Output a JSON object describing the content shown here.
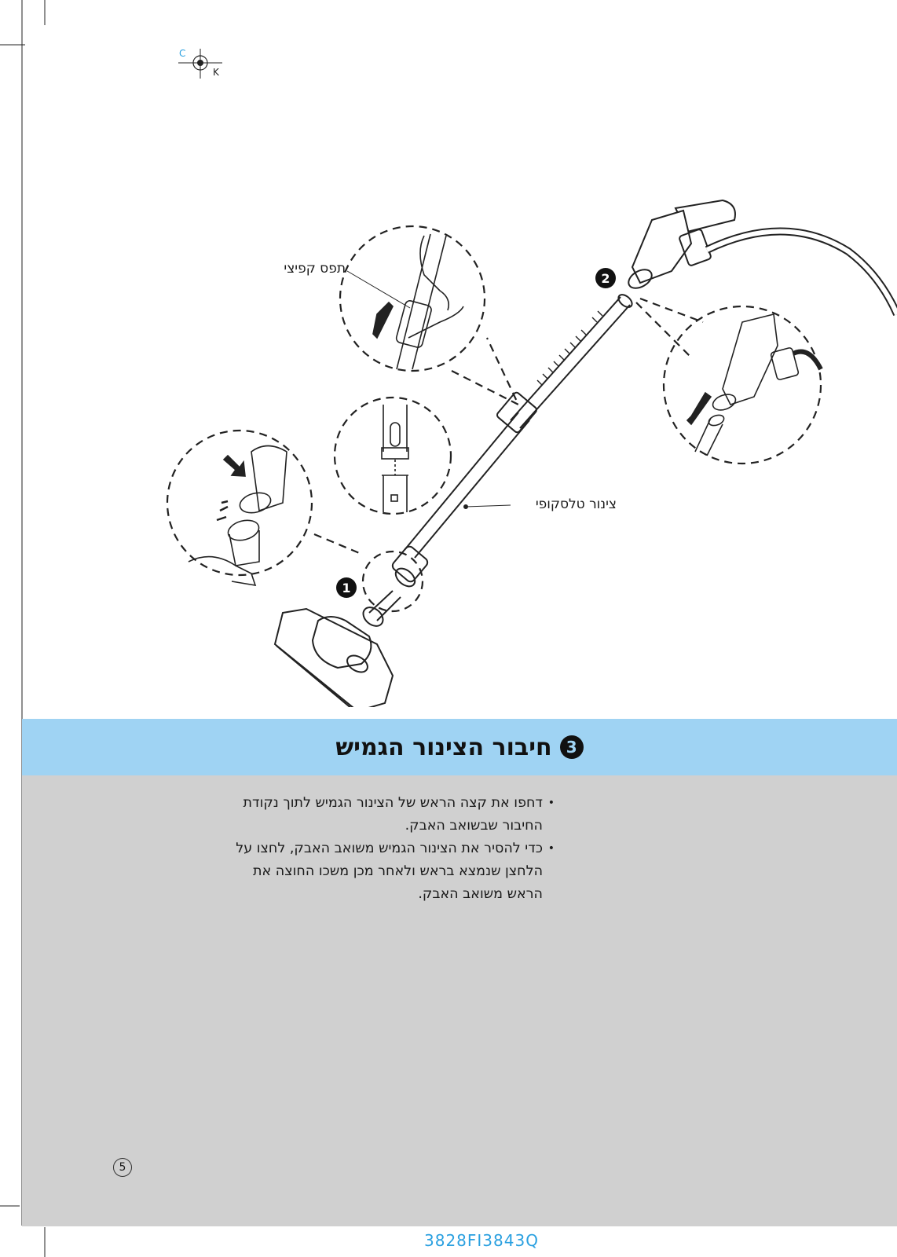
{
  "registration_mark": {
    "c_label": "C",
    "k_label": "K"
  },
  "illustration": {
    "label_handle": "תפס קפיצי",
    "label_tube": "צינור טלסקופי",
    "step_1": "1",
    "step_2": "2"
  },
  "section": {
    "number": "3",
    "title": "חיבור הצינור הגמיש"
  },
  "instructions": [
    "דחפו את קצה הראש של הצינור הגמיש לתוך נקודת החיבור שבשואב האבק.",
    "כדי להסיר את הצינור הגמיש משואב האבק, לחצו על הלחצן שנמצא בראש ולאחר מכן משכו החוצה את הראש משואב האבק."
  ],
  "page_number": "5",
  "document_code": "3828FI3843Q",
  "colors": {
    "title_band": "#9fd3f3",
    "content_band": "#d0d0d0",
    "code_text": "#2aa0e0"
  }
}
